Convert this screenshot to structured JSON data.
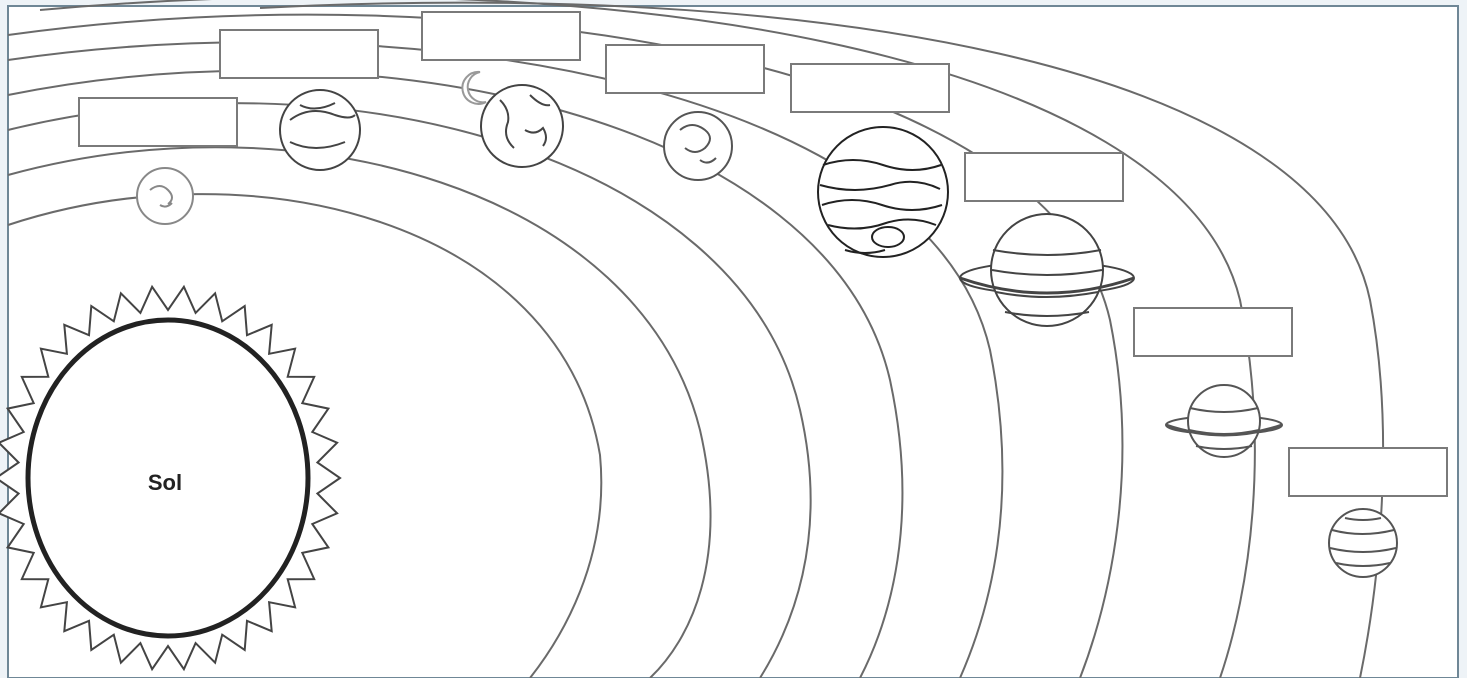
{
  "sun": {
    "label": "Sol"
  },
  "label_boxes": [
    "",
    "",
    "",
    "",
    "",
    "",
    "",
    ""
  ],
  "planets": [
    {
      "order": 1,
      "icon": "mercury-icon"
    },
    {
      "order": 2,
      "icon": "venus-icon"
    },
    {
      "order": 3,
      "icon": "earth-icon"
    },
    {
      "order": 4,
      "icon": "mars-icon"
    },
    {
      "order": 5,
      "icon": "jupiter-icon"
    },
    {
      "order": 6,
      "icon": "saturn-icon"
    },
    {
      "order": 7,
      "icon": "uranus-icon"
    },
    {
      "order": 8,
      "icon": "neptune-icon"
    }
  ],
  "colors": {
    "line": "#555555",
    "frame": "#6f8796",
    "background": "#ffffff"
  }
}
